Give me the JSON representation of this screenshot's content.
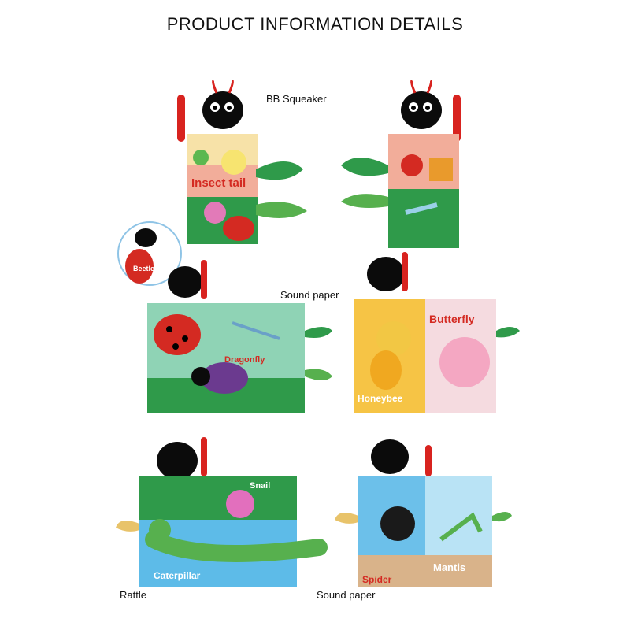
{
  "title": "PRODUCT INFORMATION DETAILS",
  "callouts": {
    "bb_squeaker": "BB Squeaker",
    "sound_paper_top": "Sound paper",
    "rattle": "Rattle",
    "sound_paper_bottom": "Sound paper"
  },
  "book_labels": {
    "cover": "Insect tail",
    "beetle": "Beetle",
    "dragonfly": "Dragonfly",
    "butterfly": "Butterfly",
    "honeybee": "Honeybee",
    "snail": "Snail",
    "caterpillar": "Caterpillar",
    "spider": "Spider",
    "mantis": "Mantis"
  },
  "colors": {
    "ribbon": "#d8231f",
    "head": "#0b0b0b",
    "leaf": "#2f9a4a",
    "ladybug": "#d42a22"
  }
}
